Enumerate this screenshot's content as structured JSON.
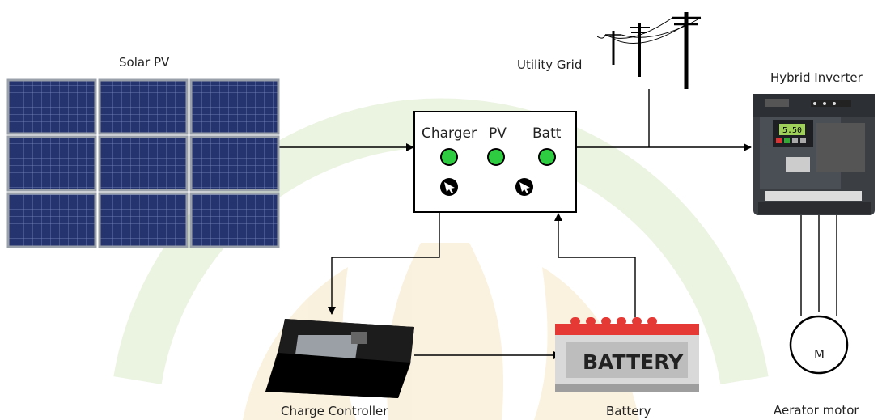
{
  "labels": {
    "solar_pv": "Solar PV",
    "utility_grid": "Utility Grid",
    "hybrid_inverter": "Hybrid Inverter",
    "charge_controller": "Charge Controller",
    "battery": "Battery",
    "aerator_motor": "Aerator motor"
  },
  "control_box": {
    "charger": "Charger",
    "pv": "PV",
    "batt": "Batt"
  },
  "battery_text": "BATTERY",
  "motor_symbol": "M",
  "inverter_display": "5.50",
  "colors": {
    "indicator_green": "#2ecc40",
    "wire": "#000000",
    "panel_blue": "#1f2b66",
    "watermark": "#d9e8c8"
  }
}
